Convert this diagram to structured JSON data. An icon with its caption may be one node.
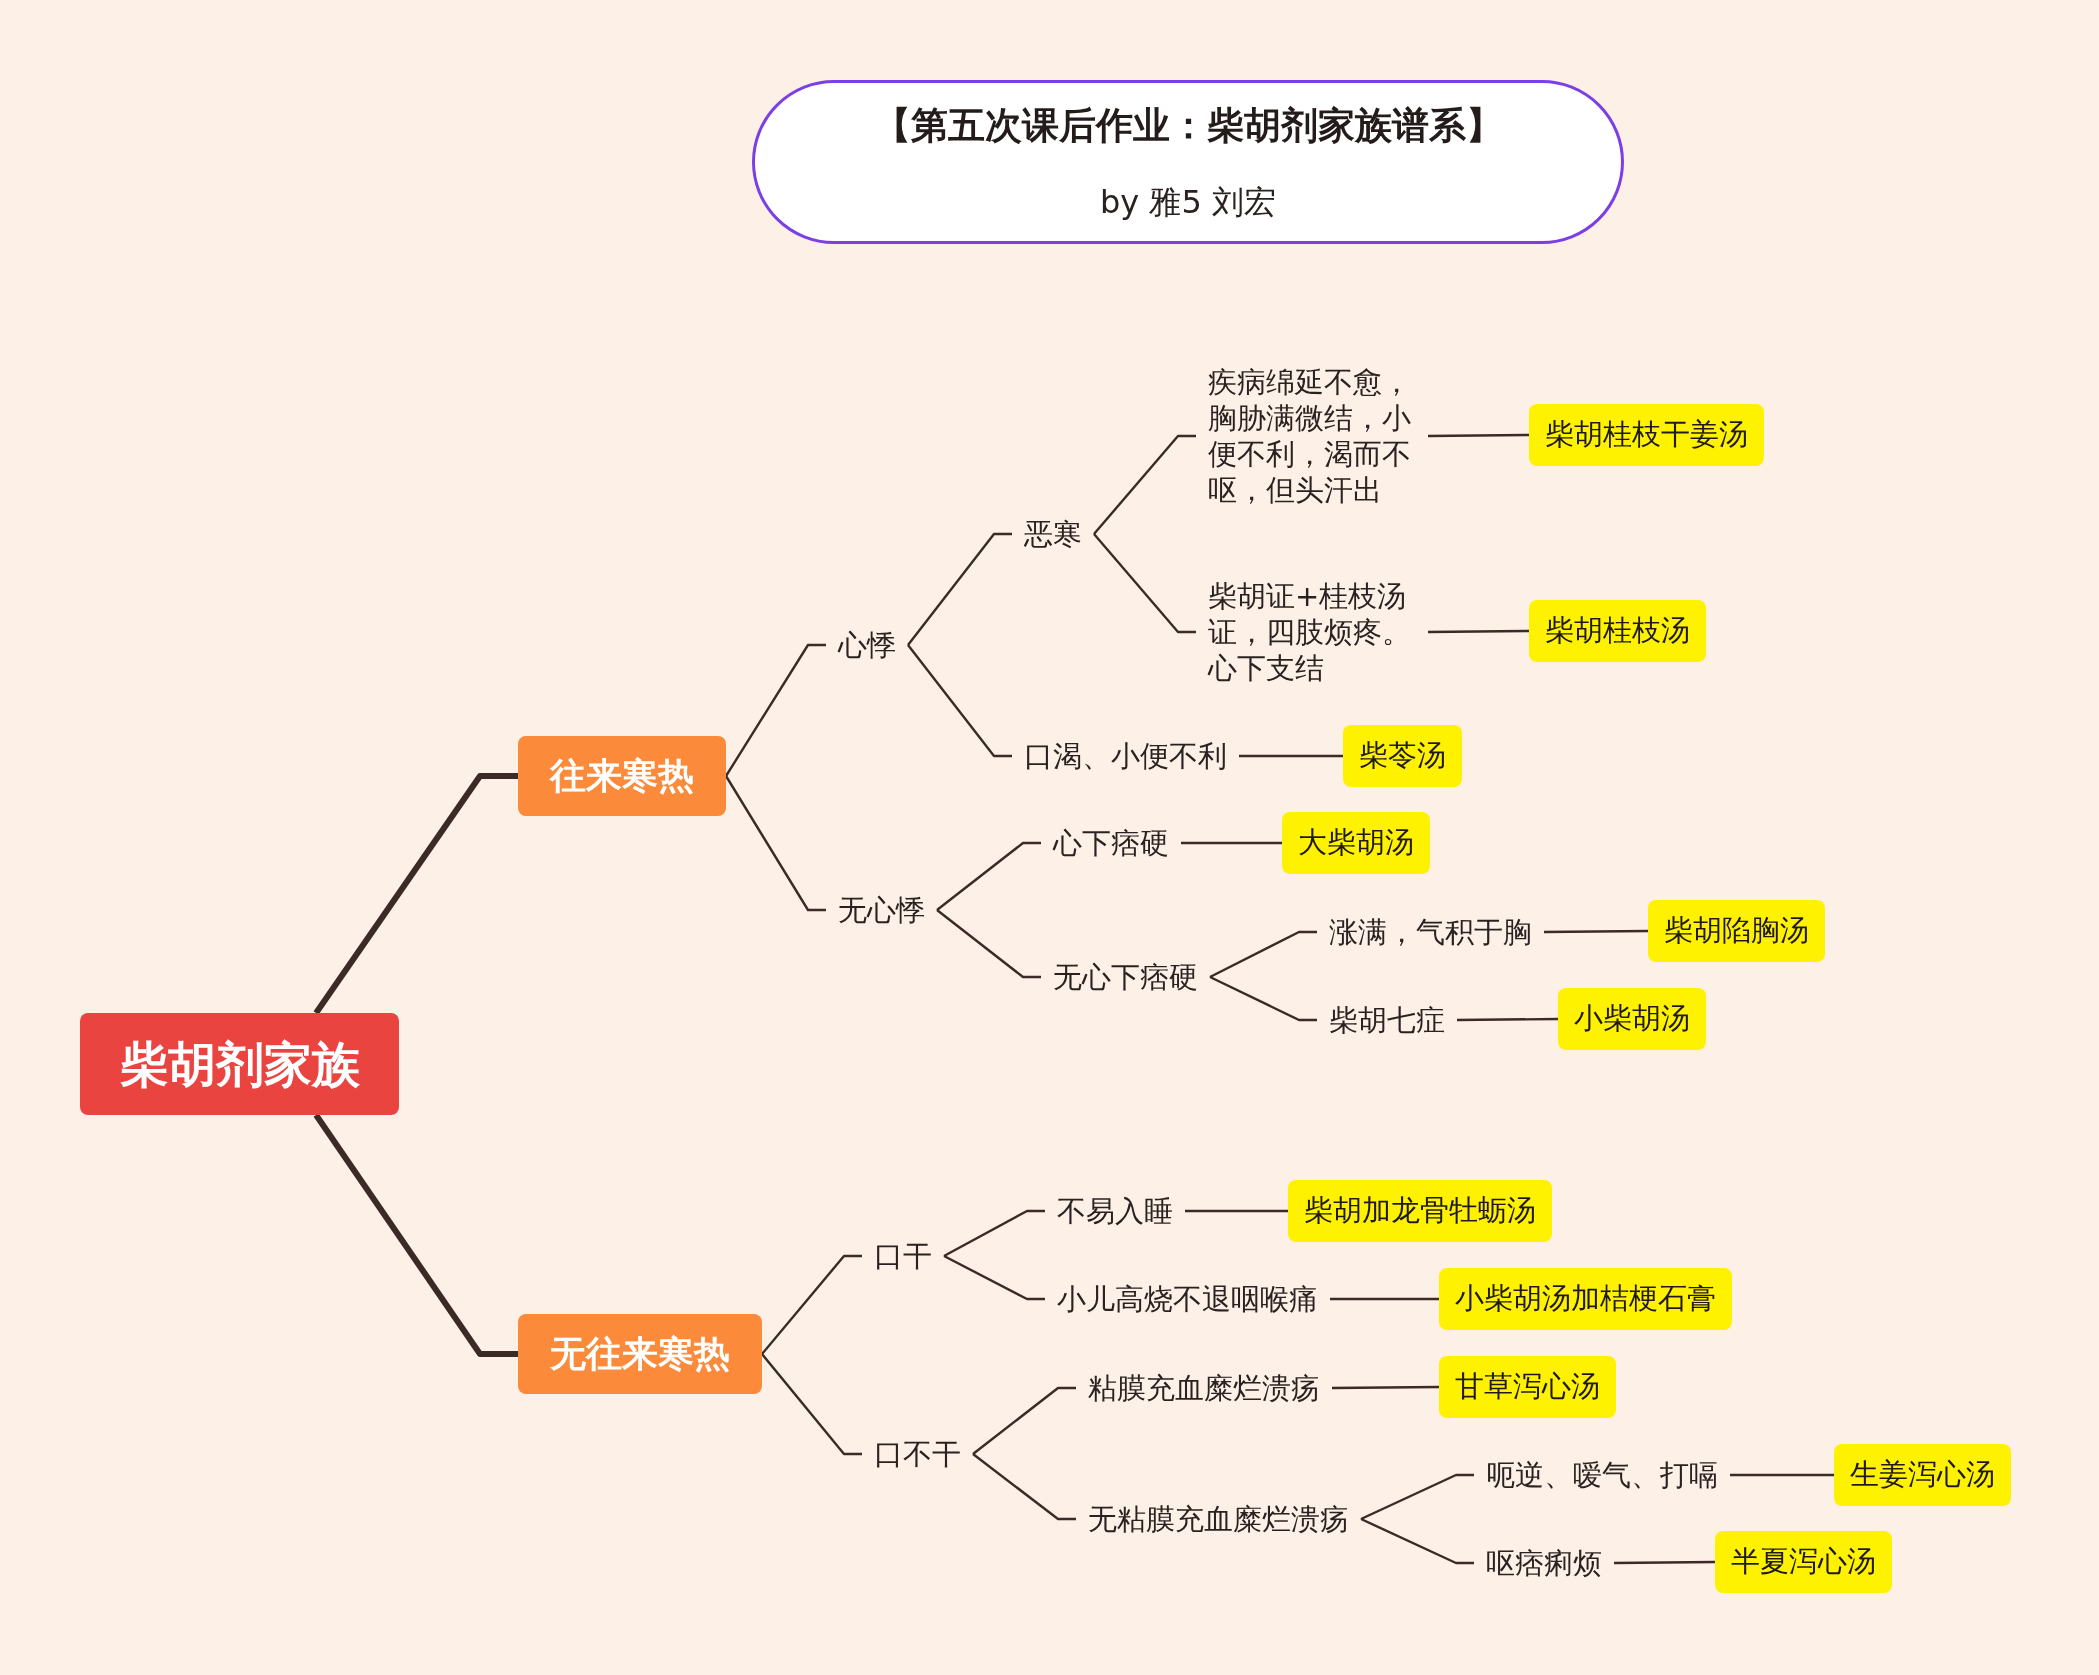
{
  "diagram": {
    "nodes": [
      {
        "text": [
          "【第五次课后作业：柴胡剂家族谱系】",
          "by  雅5 刘宏"
        ]
      },
      {
        "text": [
          "柴胡剂家族"
        ]
      },
      {
        "text": [
          "往来寒热"
        ]
      },
      {
        "text": [
          "心悸"
        ]
      },
      {
        "text": [
          "恶寒"
        ]
      },
      {
        "text": [
          "疾病绵延不愈，胸胁满微结，小便不利，渴而不呕，但头汗出"
        ]
      },
      {
        "text": [
          "柴胡桂枝干姜汤"
        ]
      },
      {
        "text": [
          "柴胡证+桂枝汤证，四肢烦疼。心下支结"
        ]
      },
      {
        "text": [
          "柴胡桂枝汤"
        ]
      },
      {
        "text": [
          "口渴、小便不利"
        ]
      },
      {
        "text": [
          "柴苓汤"
        ]
      },
      {
        "text": [
          "无心悸"
        ]
      },
      {
        "text": [
          "心下痞硬"
        ]
      },
      {
        "text": [
          "大柴胡汤"
        ]
      },
      {
        "text": [
          "无心下痞硬"
        ]
      },
      {
        "text": [
          "涨满，气积于胸"
        ]
      },
      {
        "text": [
          "柴胡陷胸汤"
        ]
      },
      {
        "text": [
          "柴胡七症"
        ]
      },
      {
        "text": [
          "小柴胡汤"
        ]
      },
      {
        "text": [
          "无往来寒热"
        ]
      },
      {
        "text": [
          "口干"
        ]
      },
      {
        "text": [
          "不易入睡"
        ]
      },
      {
        "text": [
          "柴胡加龙骨牡蛎汤"
        ]
      },
      {
        "text": [
          "小儿高烧不退咽喉痛"
        ]
      },
      {
        "text": [
          "小柴胡汤加桔梗石膏"
        ]
      },
      {
        "text": [
          "口不干"
        ]
      },
      {
        "text": [
          "粘膜充血糜烂溃疡"
        ]
      },
      {
        "text": [
          "甘草泻心汤"
        ]
      },
      {
        "text": [
          "无粘膜充血糜烂溃疡"
        ]
      },
      {
        "text": [
          "呃逆、嗳气、打嗝"
        ]
      },
      {
        "text": [
          "生姜泻心汤"
        ]
      },
      {
        "text": [
          "呕痞痢烦"
        ]
      },
      {
        "text": [
          "半夏泻心汤"
        ]
      }
    ],
    "edges": [
      {
        "from": 1,
        "to": 2,
        "arrow": "none",
        "style": "thick"
      },
      {
        "from": 1,
        "to": 19,
        "arrow": "none",
        "style": "thick"
      },
      {
        "from": 2,
        "to": 3,
        "arrow": "none"
      },
      {
        "from": 3,
        "to": 4,
        "arrow": "none"
      },
      {
        "from": 4,
        "to": 5,
        "arrow": "none"
      },
      {
        "from": 5,
        "to": 6,
        "arrow": "none"
      },
      {
        "from": 4,
        "to": 7,
        "arrow": "none"
      },
      {
        "from": 7,
        "to": 8,
        "arrow": "none"
      },
      {
        "from": 3,
        "to": 9,
        "arrow": "none"
      },
      {
        "from": 9,
        "to": 10,
        "arrow": "none"
      },
      {
        "from": 2,
        "to": 11,
        "arrow": "none"
      },
      {
        "from": 11,
        "to": 12,
        "arrow": "none"
      },
      {
        "from": 12,
        "to": 13,
        "arrow": "none"
      },
      {
        "from": 11,
        "to": 14,
        "arrow": "none"
      },
      {
        "from": 14,
        "to": 15,
        "arrow": "none"
      },
      {
        "from": 15,
        "to": 16,
        "arrow": "none"
      },
      {
        "from": 14,
        "to": 17,
        "arrow": "none"
      },
      {
        "from": 17,
        "to": 18,
        "arrow": "none"
      },
      {
        "from": 19,
        "to": 20,
        "arrow": "none"
      },
      {
        "from": 20,
        "to": 21,
        "arrow": "none"
      },
      {
        "from": 21,
        "to": 22,
        "arrow": "none"
      },
      {
        "from": 20,
        "to": 23,
        "arrow": "none"
      },
      {
        "from": 23,
        "to": 24,
        "arrow": "none"
      },
      {
        "from": 19,
        "to": 25,
        "arrow": "none"
      },
      {
        "from": 25,
        "to": 26,
        "arrow": "none"
      },
      {
        "from": 26,
        "to": 27,
        "arrow": "none"
      },
      {
        "from": 25,
        "to": 28,
        "arrow": "none"
      },
      {
        "from": 28,
        "to": 29,
        "arrow": "none"
      },
      {
        "from": 29,
        "to": 30,
        "arrow": "none"
      },
      {
        "from": 28,
        "to": 31,
        "arrow": "none"
      },
      {
        "from": 31,
        "to": 32,
        "arrow": "none"
      }
    ]
  }
}
